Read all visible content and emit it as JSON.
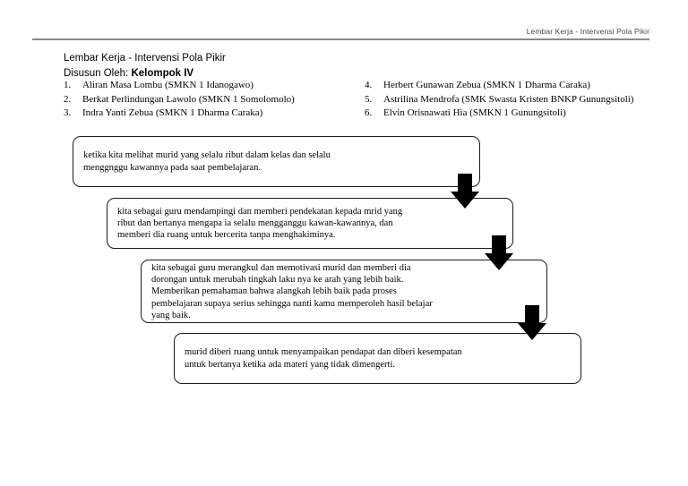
{
  "header": {
    "running_text": "Lembar Kerja - Intervensi Pola Pikir"
  },
  "title_block": {
    "title": "Lembar Kerja - Intervensi Pola Pikir",
    "byline_label": "Disusun Oleh:",
    "group_name": "Kelompok IV"
  },
  "members": {
    "left_column": [
      {
        "num": "1.",
        "name": "Aliran Masa Lombu (SMKN 1 Idanogawo)"
      },
      {
        "num": "2.",
        "name": "Berkat Perlindungan Lawolo (SMKN 1 Somolomolo)"
      },
      {
        "num": "3.",
        "name": "Indra Yanti Zebua (SMKN 1 Dharma Caraka)"
      }
    ],
    "right_column": [
      {
        "num": "4.",
        "name": "Herbert Gunawan Zebua (SMKN 1 Dharma Caraka)"
      },
      {
        "num": "5.",
        "name": "Astrilina Mendrofa (SMK Swasta Kristen BNKP Gunungsitoli)"
      },
      {
        "num": "6.",
        "name": "Elvin Orisnawati Hia (SMKN 1 Gunungsitoli)"
      }
    ]
  },
  "flowchart": {
    "type": "vertical-cascade",
    "boxes": [
      {
        "id": "box1",
        "text": "ketika kita melihat murid  yang selalu ribut dalam kelas dan selalu\nmenggnggu kawannya pada saat pembelajaran."
      },
      {
        "id": "box2",
        "text": "kita sebagai guru mendampingi dan memberi pendekatan kepada mrid yang\nribut dan bertanya mengapa ia selalu mengganggu kawan-kawannya,  dan\nmemberi dia ruang untuk bercerita tanpa menghakiminya."
      },
      {
        "id": "box3",
        "text": "kita sebagai guru merangkul dan memotivasi murid dan memberi dia\ndorongan untuk merubah tingkah laku nya ke arah yang lebih baik.\nMemberikan pemahaman bahwa alangkah lebih baik pada proses\npembelajaran supaya serius sehingga nanti kamu memperoleh hasil belajar\nyang baik."
      },
      {
        "id": "box4",
        "text": "murid diberi ruang untuk menyampaikan pendapat dan diberi kesempatan\nuntuk bertanya ketika ada materi yang tidak dimengerti."
      }
    ],
    "connectors": [
      {
        "id": "arrow1",
        "icon": "down-block-arrow-icon",
        "from": "box1",
        "to": "box2"
      },
      {
        "id": "arrow2",
        "icon": "down-block-arrow-icon",
        "from": "box2",
        "to": "box3"
      },
      {
        "id": "arrow3",
        "icon": "down-block-arrow-icon",
        "from": "box3",
        "to": "box4"
      }
    ]
  },
  "colors": {
    "page_background": "#ffffff",
    "text": "#000000",
    "header_text": "#4a4a4a",
    "header_rule": "#8a8a8a",
    "box_border": "#1a1a1a",
    "arrow_fill": "#000000"
  }
}
